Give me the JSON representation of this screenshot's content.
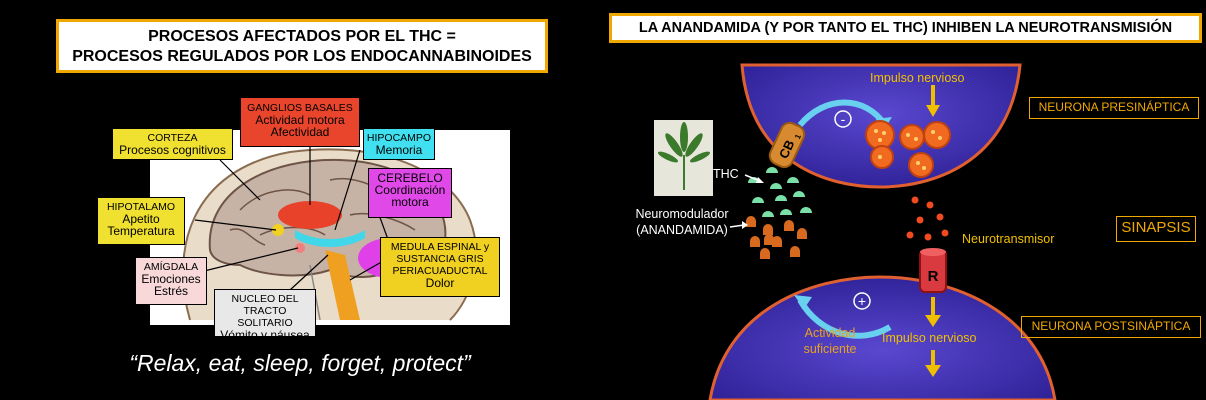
{
  "left": {
    "title_line1": "PROCESOS AFECTADOS POR EL THC =",
    "title_line2": "PROCESOS REGULADOS POR LOS ENDOCANNABINOIDES",
    "labels": {
      "ganglios_title": "GANGLIOS BASALES",
      "ganglios_l1": "Actividad motora",
      "ganglios_l2": "Afectividad",
      "corteza_title": "CORTEZA",
      "corteza_l1": "Procesos cognitivos",
      "hipocampo_title": "HIPOCAMPO",
      "hipocampo_l1": "Memoria",
      "cerebelo_title": "CEREBELO",
      "cerebelo_l1": "Coordinación",
      "cerebelo_l2": "motora",
      "hipotalamo_title": "HIPOTALAMO",
      "hipotalamo_l1": "Apetito",
      "hipotalamo_l2": "Temperatura",
      "medula_title1": "MEDULA ESPINAL y",
      "medula_title2": "SUSTANCIA GRIS",
      "medula_title3": "PERIACUADUCTAL",
      "medula_l1": "Dolor",
      "amigdala_title": "AMÍGDALA",
      "amigdala_l1": "Emociones",
      "amigdala_l2": "Estrés",
      "nucleo_title1": "NUCLEO DEL",
      "nucleo_title2": "TRACTO SOLITARIO",
      "nucleo_l1": "Vómito y náusea"
    },
    "quote": "“Relax, eat, sleep, forget, protect”"
  },
  "right": {
    "title": "LA ANANDAMIDA (Y POR TANTO EL THC) INHIBEN LA NEUROTRANSMISIÓN",
    "impulso_top": "Impulso nervioso",
    "impulso_bottom": "Impulso nervioso",
    "thc": "THC",
    "neuromodulador_l1": "Neuromodulador",
    "neuromodulador_l2": "(ANANDAMIDA)",
    "neurotransmisor": "Neurotransmisor",
    "actividad_l1": "Actividad",
    "actividad_l2": "suficiente",
    "minus": "-",
    "plus": "+",
    "receptor_cb": "CB",
    "receptor_cb_sub": "1",
    "receptor_r": "R",
    "tag_pre": "NEURONA PRESINÁPTICA",
    "tag_sinapsis": "SINAPSIS",
    "tag_post": "NEURONA POSTSINÁPTICA"
  },
  "colors": {
    "accent_orange": "#f0a800",
    "neuron_purple": "#3a2aa8",
    "impulse_yellow": "#f0c000"
  }
}
